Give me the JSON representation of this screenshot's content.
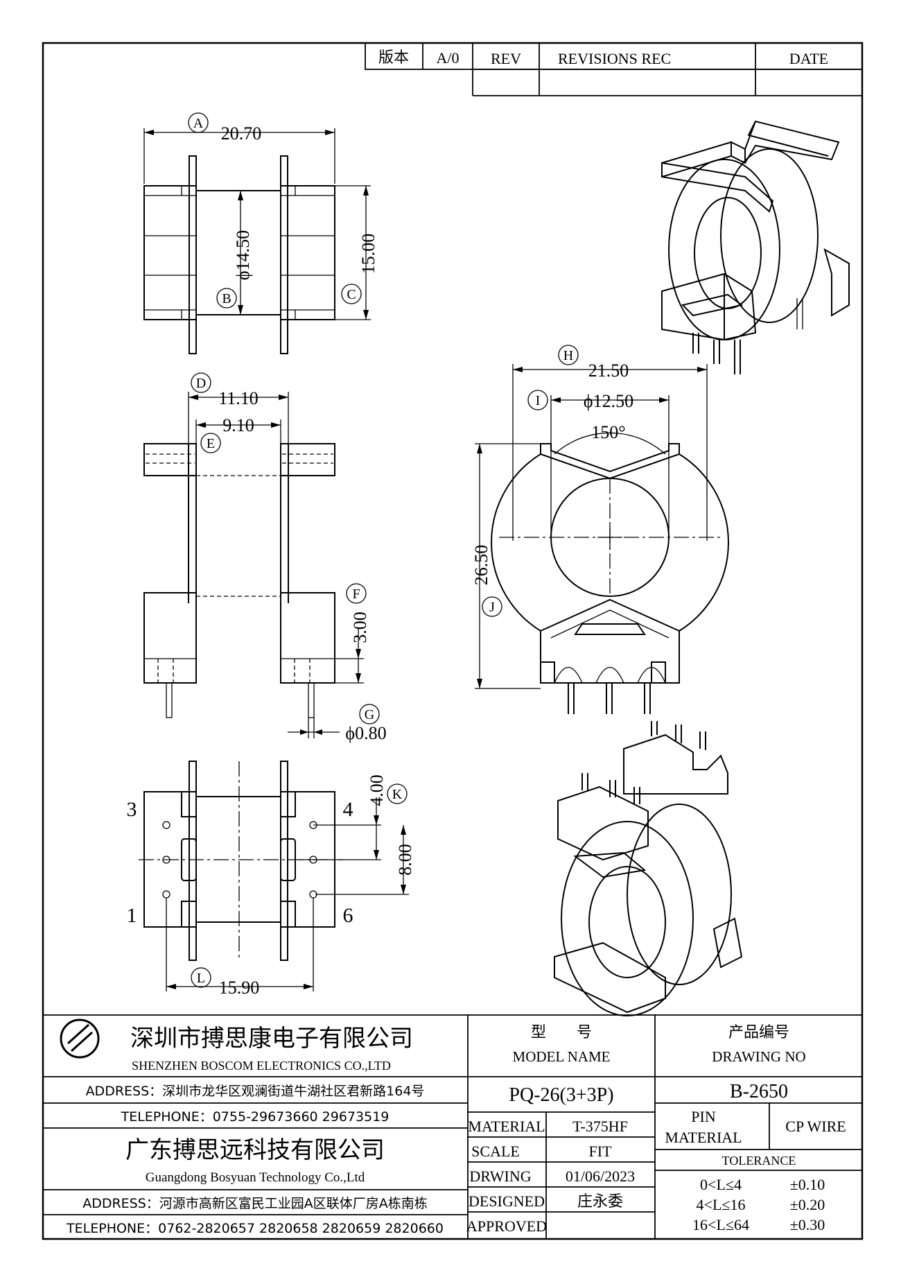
{
  "revision_block": {
    "version_label": "版本",
    "version_value": "A/0",
    "rev_label": "REV",
    "revisions_label": "REVISIONS REC",
    "date_label": "DATE"
  },
  "dimensions": {
    "A": {
      "bubble": "A",
      "value": "20.70"
    },
    "B": {
      "bubble": "B",
      "value": "ϕ14.50"
    },
    "C": {
      "bubble": "C",
      "value": "15.00"
    },
    "D": {
      "bubble": "D",
      "value": "11.10"
    },
    "E": {
      "bubble": "E",
      "value": "9.10"
    },
    "F": {
      "bubble": "F",
      "value": "3.00"
    },
    "G": {
      "bubble": "G",
      "value": "ϕ0.80"
    },
    "H": {
      "bubble": "H",
      "value": "21.50"
    },
    "I": {
      "bubble": "I",
      "value": "ϕ12.50"
    },
    "J": {
      "bubble": "J",
      "value": "26.50"
    },
    "K": {
      "bubble": "K",
      "value": "4.00"
    },
    "L": {
      "bubble": "L",
      "value": "15.90"
    },
    "pitch": "8.00",
    "angle": "150°"
  },
  "pins": {
    "p1": "1",
    "p3": "3",
    "p4": "4",
    "p6": "6"
  },
  "title_block": {
    "company_cn": "深圳市搏思康电子有限公司",
    "company_en": "SHENZHEN BOSCOM ELECTRONICS CO.,LTD",
    "address1": "ADDRESS：深圳市龙华区观澜街道牛湖社区君新路164号",
    "telephone1": "TELEPHONE：0755-29673660 29673519",
    "company2_cn": "广东搏思远科技有限公司",
    "company2_en": "Guangdong Bosyuan Technology Co.,Ltd",
    "address2": "ADDRESS：河源市高新区富民工业园A区联体厂房A栋南栋",
    "telephone2": "TELEPHONE：0762-2820657 2820658 2820659 2820660",
    "model_label_cn": "型　　号",
    "model_label_en": "MODEL NAME",
    "model_value": "PQ-26(3+3P)",
    "drawing_label_cn": "产品编号",
    "drawing_label_en": "DRAWING NO",
    "drawing_value": "B-2650",
    "material_label": "MATERIAL",
    "material_value": "T-375HF",
    "scale_label": "SCALE",
    "scale_value": "FIT",
    "drawing_date_label": "DRWING",
    "drawing_date_value": "01/06/2023",
    "designed_label": "DESIGNED",
    "designed_value": "庄永委",
    "approved_label": "APPROVED",
    "approved_value": "",
    "pin_material_label_1": "PIN",
    "pin_material_label_2": "MATERIAL",
    "pin_material_value": "CP WIRE",
    "tolerance_label": "TOLERANCE",
    "tolerances": [
      {
        "range": "0<L≤4",
        "value": "±0.10"
      },
      {
        "range": "4<L≤16",
        "value": "±0.20"
      },
      {
        "range": "16<L≤64",
        "value": "±0.30"
      }
    ]
  }
}
